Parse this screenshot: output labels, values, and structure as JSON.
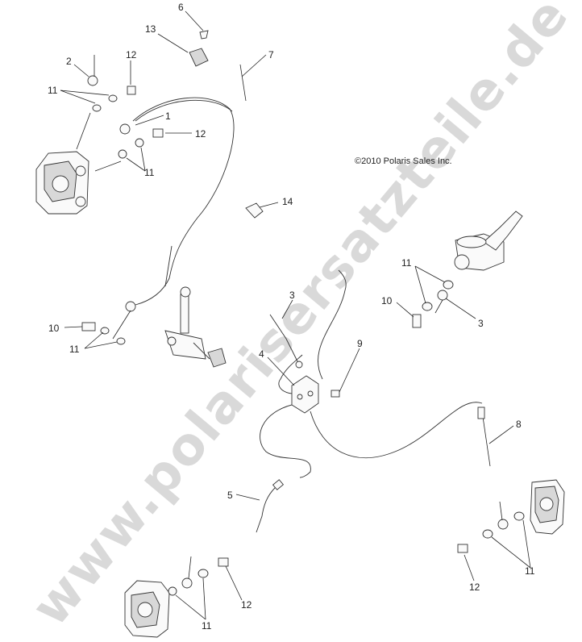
{
  "copyright": "©2010 Polaris Sales Inc.",
  "watermark": "www.polarisersatzteile.de",
  "callouts": {
    "c1": "1",
    "c2": "2",
    "c3a": "3",
    "c3b": "3",
    "c4": "4",
    "c5": "5",
    "c6": "6",
    "c7": "7",
    "c8": "8",
    "c9": "9",
    "c10a": "10",
    "c10b": "10",
    "c11a": "11",
    "c11b": "11",
    "c11c": "11",
    "c11d": "11",
    "c11e": "11",
    "c11f": "11",
    "c12a": "12",
    "c12b": "12",
    "c12c": "12",
    "c12d": "12",
    "c13": "13",
    "c14": "14"
  }
}
